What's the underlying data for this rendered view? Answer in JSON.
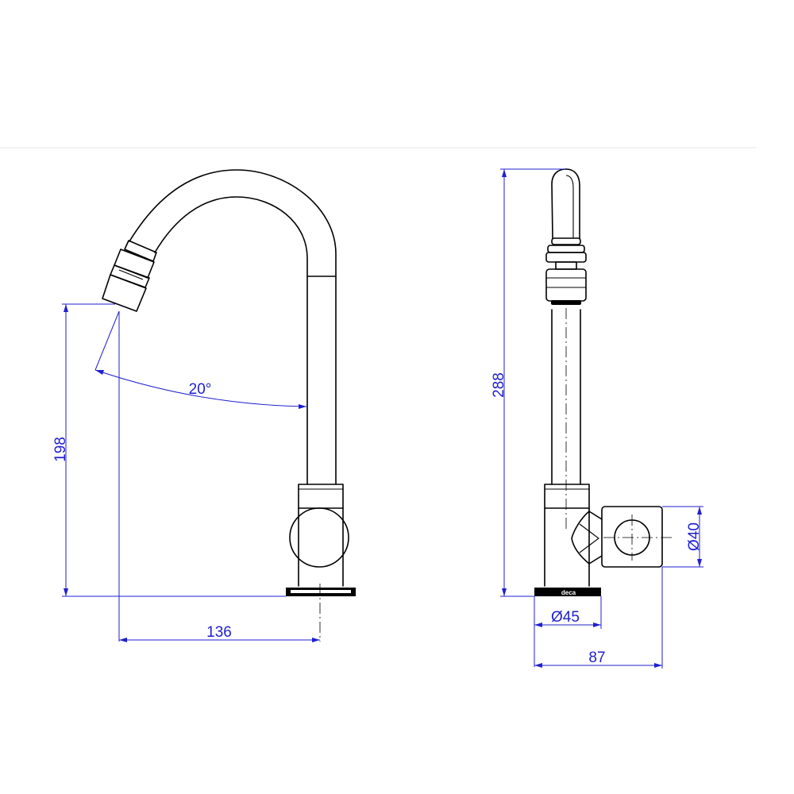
{
  "dimensions": {
    "height_front": "198",
    "reach": "136",
    "angle": "20°",
    "height_side": "288",
    "handle_diameter": "Ø40",
    "base_diameter": "Ø45",
    "depth": "87"
  },
  "brand": {
    "logo_text": "deca"
  },
  "colors": {
    "part_line": "#000000",
    "dimension_line": "#1f1fd0",
    "background": "#ffffff"
  }
}
